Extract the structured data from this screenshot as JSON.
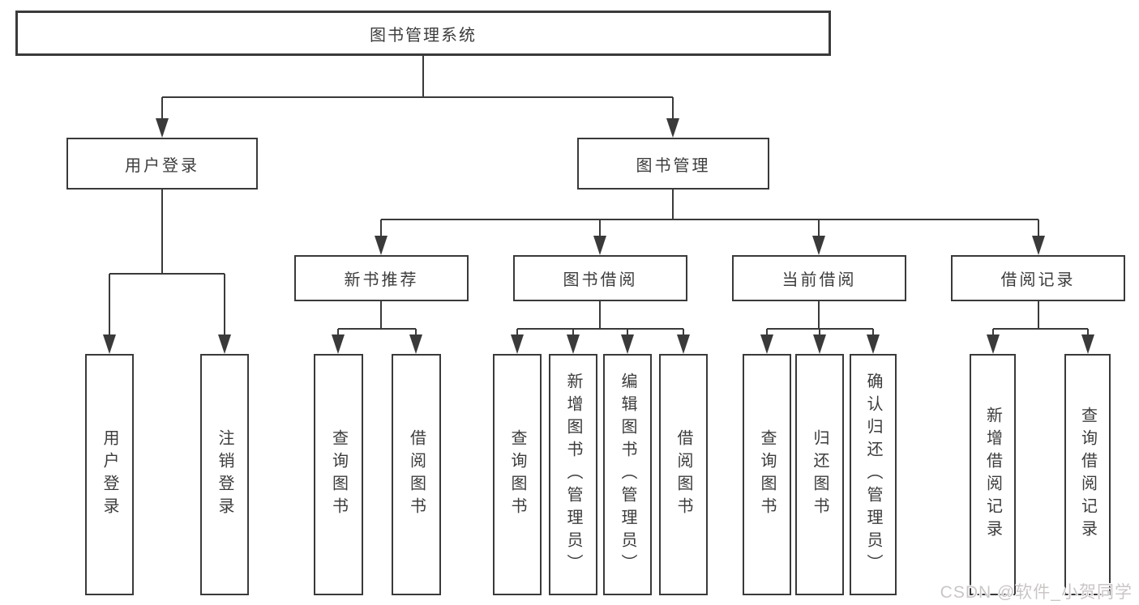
{
  "nodes": {
    "root": "图书管理系统",
    "level2": [
      "用户登录",
      "图书管理"
    ],
    "level3": [
      "新书推荐",
      "图书借阅",
      "当前借阅",
      "借阅记录"
    ],
    "leaves": {
      "user_login": [
        "用户登录",
        "注销登录"
      ],
      "new_book_recommend": [
        "查询图书",
        "借阅图书"
      ],
      "book_borrow": [
        "查询图书",
        "新增图书（管理员）",
        "编辑图书（管理员）",
        "借阅图书"
      ],
      "current_borrow": [
        "查询图书",
        "归还图书",
        "确认归还（管理员）"
      ],
      "borrow_records": [
        "新增借阅记录",
        "查询借阅记录"
      ]
    }
  },
  "watermark": "CSDN @软件_小贺同学",
  "colors": {
    "line": "#3a3a3a",
    "text": "#3c3c3c",
    "background": "#ffffff",
    "watermark": "#cbc6c6"
  }
}
